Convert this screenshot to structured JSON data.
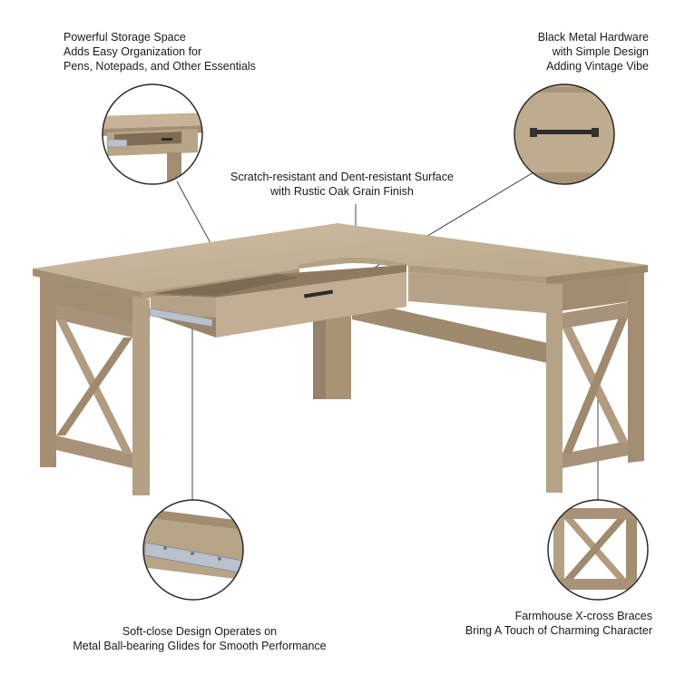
{
  "captions": {
    "storage": [
      "Powerful Storage Space",
      "Adds Easy Organization for",
      "Pens, Notepads, and Other Essentials"
    ],
    "hardware": [
      "Black Metal Hardware",
      "with Simple Design",
      "Adding Vintage Vibe"
    ],
    "surface": [
      "Scratch-resistant and Dent-resistant Surface",
      "with Rustic Oak Grain Finish"
    ],
    "softclose": [
      "Soft-close Design Operates on",
      "Metal Ball-bearing Glides for Smooth Performance"
    ],
    "braces": [
      "Farmhouse X-cross Braces",
      "Bring A Touch of Charming Character"
    ]
  },
  "colors": {
    "wood_light": "#c9b79c",
    "wood_mid": "#b29d80",
    "wood_dark": "#8c7a62",
    "wood_shadow": "#6f604d",
    "hardware": "#2b2b2b",
    "glide": "#b9c2cc",
    "leader": "#333333"
  },
  "callouts": [
    "drawer-storage-callout",
    "hardware-callout",
    "glide-callout",
    "x-brace-callout"
  ]
}
